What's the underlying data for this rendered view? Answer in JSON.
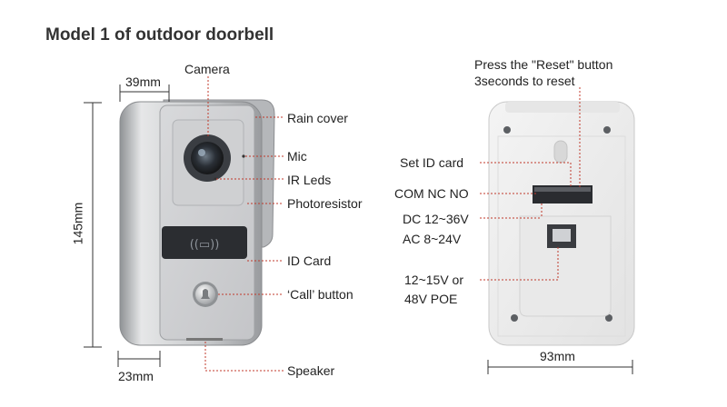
{
  "title": "Model 1 of outdoor doorbell",
  "front": {
    "width_dim": "39mm",
    "height_dim": "145mm",
    "depth_dim": "23mm",
    "labels": {
      "camera": "Camera",
      "rain_cover": "Rain cover",
      "mic": "Mic",
      "ir_leds": "IR Leds",
      "photoresistor": "Photoresistor",
      "id_card": "ID Card",
      "call_button": "‘Call’ button",
      "speaker": "Speaker"
    }
  },
  "back": {
    "reset_line1": "Press the \"Reset\" button",
    "reset_line2": "3seconds to reset",
    "set_id_card": "Set ID card",
    "com_nc_no": "COM NC NO",
    "dc": "DC 12~36V",
    "ac": "AC 8~24V",
    "poe_line1": "12~15V or",
    "poe_line2": "48V POE",
    "width_dim": "93mm"
  },
  "colors": {
    "accent_line": "#c0392b",
    "housing_silver": "#b8babd",
    "panel_white": "#eeeeee"
  }
}
